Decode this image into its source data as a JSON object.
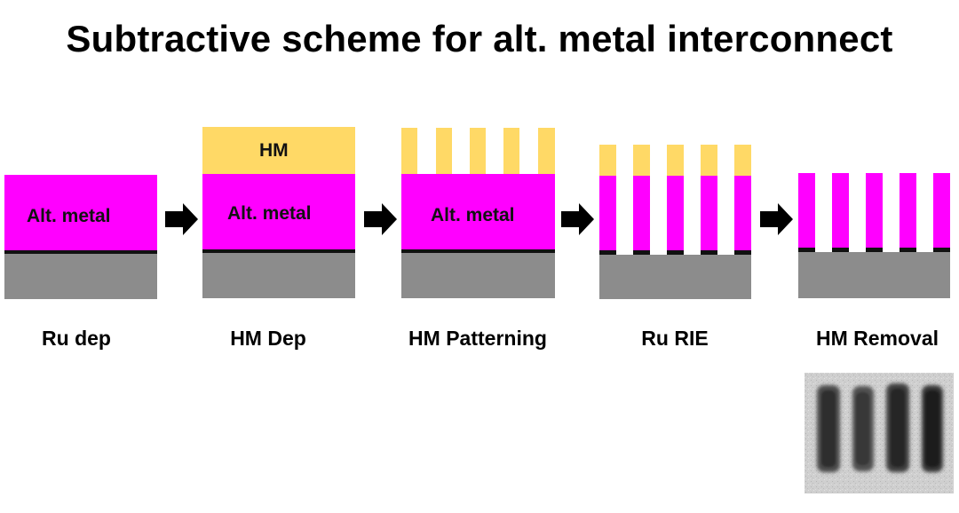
{
  "title": "Subtractive scheme for alt. metal interconnect",
  "steps": [
    {
      "label": "Ru dep",
      "layers": {
        "metal": "Alt. metal"
      }
    },
    {
      "label": "HM Dep",
      "layers": {
        "hm": "HM",
        "metal": "Alt. metal"
      }
    },
    {
      "label": "HM Patterning",
      "layers": {
        "metal": "Alt. metal"
      }
    },
    {
      "label": "Ru RIE"
    },
    {
      "label": "HM Removal"
    }
  ],
  "colors": {
    "metal": "#ff00ff",
    "hard_mask": "#ffd966",
    "substrate": "#8c8c8c",
    "liner": "#111111",
    "arrow": "#000000"
  },
  "arrow_icon": "right-arrow-icon",
  "tem_image": "tem-micrograph-image"
}
